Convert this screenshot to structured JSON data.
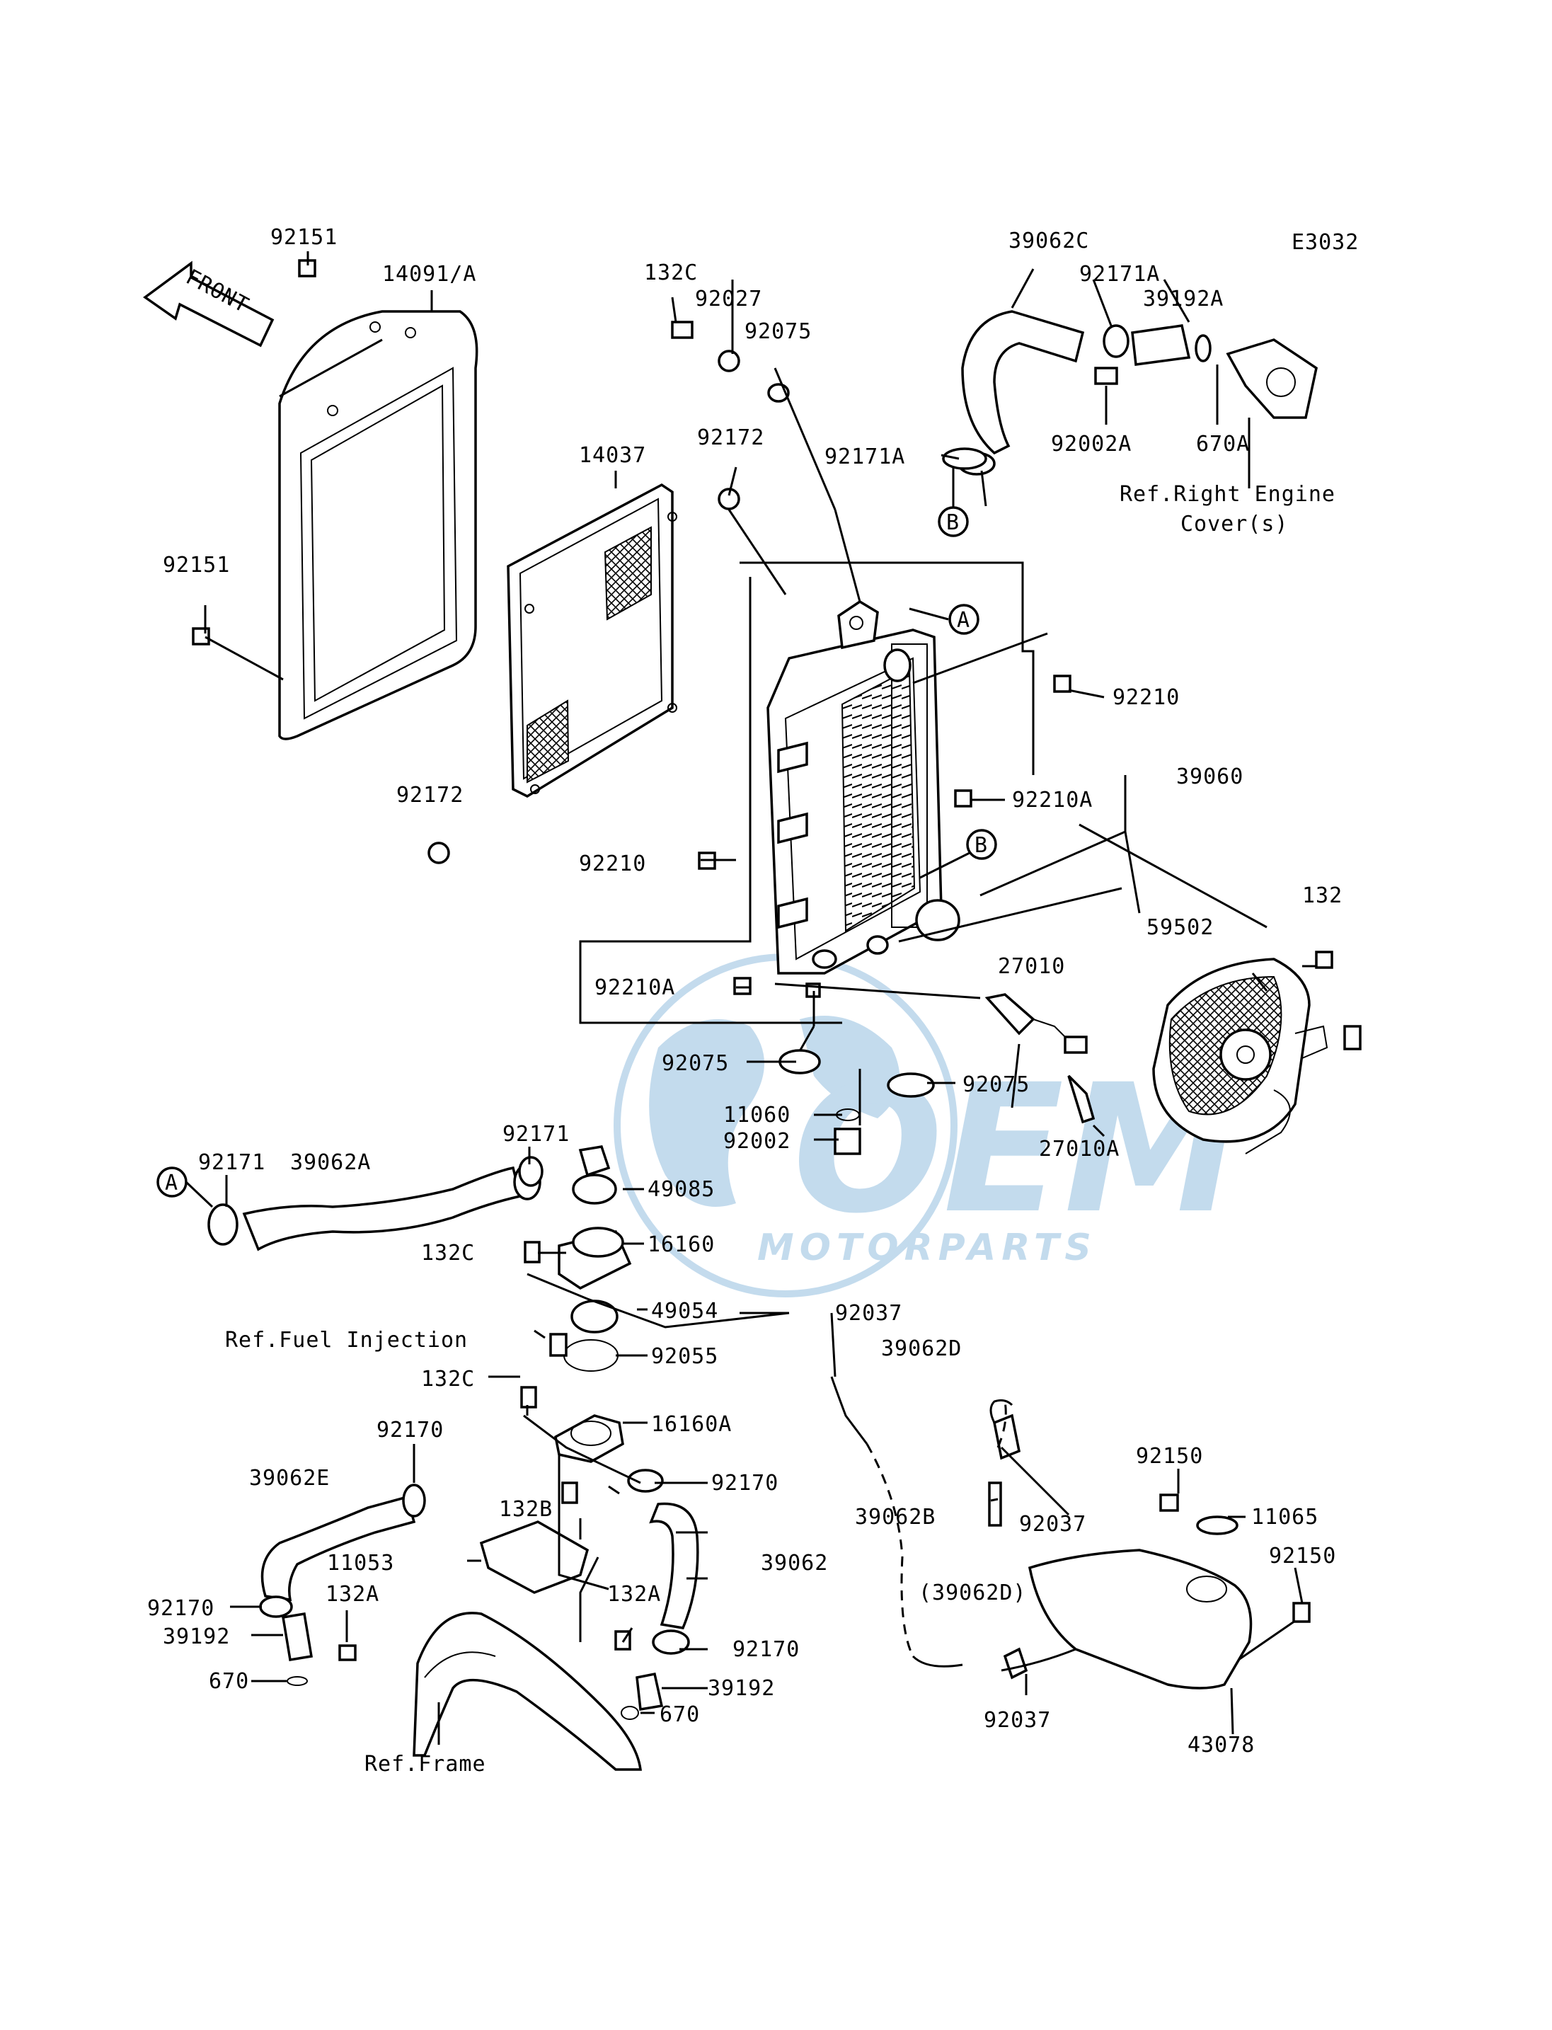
{
  "diagram_code": "E3032",
  "front_label": "FRONT",
  "watermark": {
    "brand": "OEM",
    "sub": "MOTORPARTS",
    "color": "#2a7fc0"
  },
  "labels": {
    "l92151_top": "92151",
    "l14091": "14091/A",
    "l92151_left": "92151",
    "l14037": "14037",
    "l92172_top": "92172",
    "l92172_bot": "92172",
    "l132C_top": "132C",
    "l92027": "92027",
    "l92075_top": "92075",
    "l39062C": "39062C",
    "l92171A_top": "92171A",
    "l39192A": "39192A",
    "l92171A_left": "92171A",
    "l92002A": "92002A",
    "l670A": "670A",
    "ref_right_1": "Ref.Right Engine",
    "ref_right_2": "Cover(s)",
    "l92210_right": "92210",
    "l39060": "39060",
    "l92210A_right": "92210A",
    "l92210_left": "92210",
    "l92210A_left": "92210A",
    "l132": "132",
    "l59502": "59502",
    "l27010": "27010",
    "l92075_left": "92075",
    "l92075_right": "92075",
    "l11060": "11060",
    "l92002": "92002",
    "l27010A": "27010A",
    "l92171_left": "92171",
    "l39062A": "39062A",
    "l92171_mid": "92171",
    "l49085": "49085",
    "l132C_mid": "132C",
    "l16160": "16160",
    "l92037_top": "92037",
    "l49054": "49054",
    "ref_fuel": "Ref.Fuel Injection",
    "l39062D": "39062D",
    "l132C_low": "132C",
    "l92055": "92055",
    "l16160A": "16160A",
    "l92170_top": "92170",
    "l92170_mid": "92170",
    "l39062E": "39062E",
    "l132B": "132B",
    "l11053": "11053",
    "l39062": "39062",
    "l132A_right": "132A",
    "l92170_left": "92170",
    "l132A_left": "132A",
    "l39192_left": "39192",
    "l670_left": "670",
    "l92170_right": "92170",
    "l39192_right": "39192",
    "l670_right": "670",
    "ref_frame": "Ref.Frame",
    "l92150_top": "92150",
    "l11065": "11065",
    "l39062B": "39062B",
    "l92037_mid": "92037",
    "l92150_right": "92150",
    "l39062D_paren": "(39062D)",
    "l92037_bot": "92037",
    "l43078": "43078"
  },
  "callouts": {
    "A_top": "A",
    "B_top": "B",
    "B_mid": "B",
    "A_left": "A"
  }
}
